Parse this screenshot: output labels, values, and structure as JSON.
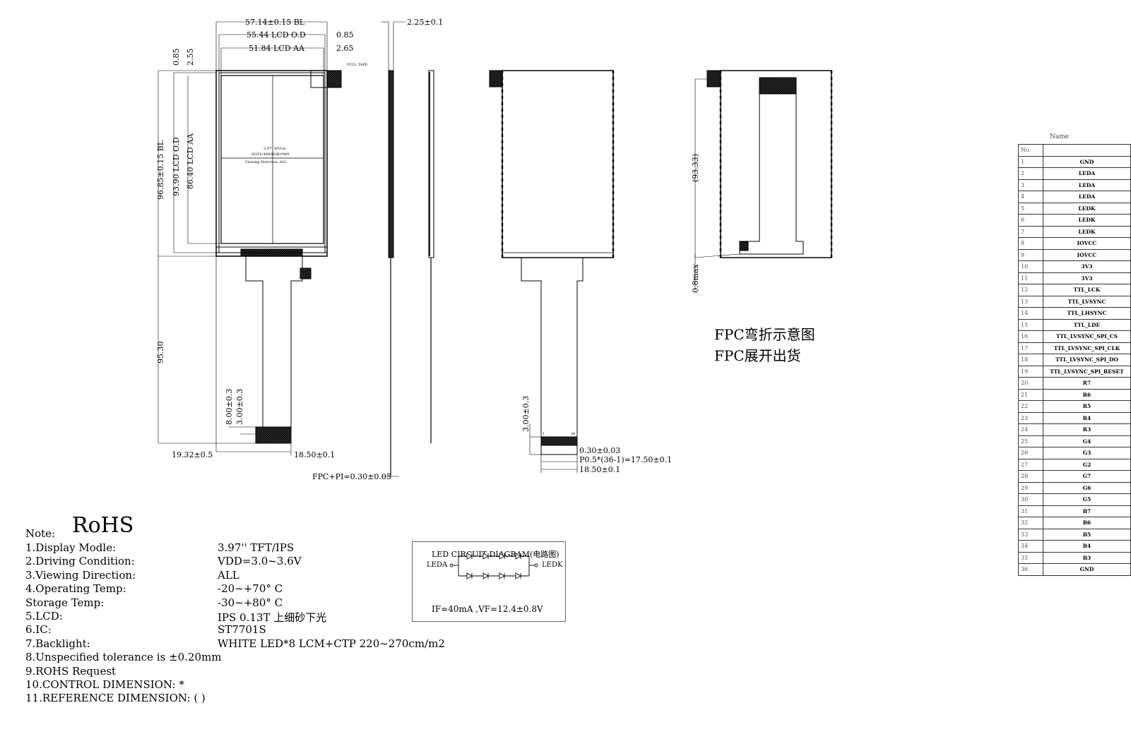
{
  "front_view": {
    "outline_width": "57.14±0.15 BL",
    "lcd_od_width": "55.44 LCD O.D",
    "lcd_od_offset": "0.85",
    "lcd_aa_width": "51.84 LCD AA",
    "lcd_aa_offset": "2.65",
    "top_offset_1": "0.85",
    "top_offset_2": "2.55",
    "outline_height": "96.85±0.15 BL",
    "lcd_od_height": "93.90 LCD O.D",
    "lcd_aa_height": "86.40 LCD AA",
    "pull_tape": "PULL TAPE",
    "center_line1": "3.97\" WVGA",
    "center_line2": "DOTS:480(RGB)*800",
    "center_line3": "Viewing Direction: ALL",
    "fpc_length": "95.30",
    "fpc_dim_a": "8.00±0.3",
    "fpc_dim_b": "3.00±0.3",
    "fpc_offset": "19.32±0.5",
    "fpc_width": "18.50±0.1"
  },
  "side_view": {
    "thickness": "2.25±0.1",
    "fpc_thickness": "FPC+PI=0.30±0.05"
  },
  "back_view": {
    "tail_length": "3.00±0.3",
    "pin_first": "1",
    "pin_last": "36",
    "contact_thickness": "0.30±0.03",
    "pitch": "P0.5*(36-1)=17.50±0.1",
    "tail_width": "18.50±0.1"
  },
  "bent_view": {
    "height": "(93.33)",
    "max_gap": "0.8max"
  },
  "fpc_notes": [
    "FPC弯折示意图",
    "FPC展开出货"
  ],
  "notes": {
    "prefix": "Note:",
    "rohs": "RoHS",
    "items": [
      {
        "label": "1.Display Modle:",
        "value": "3.97''  TFT/IPS"
      },
      {
        "label": "2.Driving Condition:",
        "value": "VDD=3.0~3.6V"
      },
      {
        "label": "3.Viewing Direction:",
        "value": "ALL"
      },
      {
        "label": "4.Operating Temp:",
        "value": "-20~+70° C"
      },
      {
        "label": "  Storage Temp:",
        "value": "-30~+80° C"
      },
      {
        "label": "5.LCD:",
        "value": "IPS 0.13T 上细砂下光"
      },
      {
        "label": "6.IC:",
        "value": "ST7701S"
      },
      {
        "label": "7.Backlight:",
        "value": "WHITE LED*8 LCM+CTP 220~270cm/m2"
      },
      {
        "label": "8.Unspecified tolerance is ±0.20mm",
        "value": ""
      },
      {
        "label": "9.ROHS Request",
        "value": ""
      },
      {
        "label": "10.CONTROL DIMENSION:  *",
        "value": ""
      },
      {
        "label": "11.REFERENCE DIMENSION: ( )",
        "value": ""
      }
    ]
  },
  "led_circuit": {
    "title": "LED CIRCUIT DIAGRAM(电路图)",
    "anode": "LEDA",
    "cathode": "LEDK",
    "spec": "IF=40mA ,VF=12.4±0.8V"
  },
  "pin_table": {
    "header_name": "Name",
    "header_no": "No.",
    "pins": [
      {
        "no": "1",
        "name": "GND"
      },
      {
        "no": "2",
        "name": "LEDA"
      },
      {
        "no": "3",
        "name": "LEDA"
      },
      {
        "no": "4",
        "name": "LEDA"
      },
      {
        "no": "5",
        "name": "LEDK"
      },
      {
        "no": "6",
        "name": "LEDK"
      },
      {
        "no": "7",
        "name": "LEDK"
      },
      {
        "no": "8",
        "name": "IOVCC"
      },
      {
        "no": "9",
        "name": "IOVCC"
      },
      {
        "no": "10",
        "name": "3V3"
      },
      {
        "no": "11",
        "name": "3V3"
      },
      {
        "no": "12",
        "name": "TTL_LCK"
      },
      {
        "no": "13",
        "name": "TTL_LVSYNC"
      },
      {
        "no": "14",
        "name": "TTL_LHSYNC"
      },
      {
        "no": "15",
        "name": "TTL_LDE"
      },
      {
        "no": "16",
        "name": "TTL_LVSYNC_SPI_CS"
      },
      {
        "no": "17",
        "name": "TTL_LVSYNC_SPI_CLK"
      },
      {
        "no": "18",
        "name": "TTL_LVSYNC_SPI_DO"
      },
      {
        "no": "19",
        "name": "TTL_LVSYNC_SPI_RESET"
      },
      {
        "no": "20",
        "name": "R7"
      },
      {
        "no": "21",
        "name": "R6"
      },
      {
        "no": "22",
        "name": "R5"
      },
      {
        "no": "23",
        "name": "R4"
      },
      {
        "no": "24",
        "name": "R3"
      },
      {
        "no": "25",
        "name": "G4"
      },
      {
        "no": "26",
        "name": "G3"
      },
      {
        "no": "27",
        "name": "G2"
      },
      {
        "no": "28",
        "name": "G7"
      },
      {
        "no": "29",
        "name": "G6"
      },
      {
        "no": "30",
        "name": "G5"
      },
      {
        "no": "31",
        "name": "B7"
      },
      {
        "no": "32",
        "name": "B6"
      },
      {
        "no": "33",
        "name": "B5"
      },
      {
        "no": "34",
        "name": "B4"
      },
      {
        "no": "35",
        "name": "B3"
      },
      {
        "no": "36",
        "name": "GND"
      }
    ]
  }
}
